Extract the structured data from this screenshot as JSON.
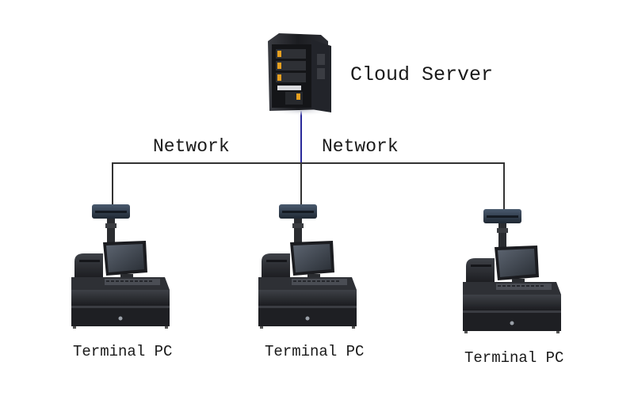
{
  "diagram": {
    "server": {
      "label": "Cloud Server",
      "icon": "server-cabinet-icon"
    },
    "links": [
      {
        "label": "Network"
      },
      {
        "label": "Network"
      }
    ],
    "terminals": [
      {
        "label": "Terminal PC",
        "icon": "pos-terminal-icon"
      },
      {
        "label": "Terminal PC",
        "icon": "pos-terminal-icon"
      },
      {
        "label": "Terminal PC",
        "icon": "pos-terminal-icon"
      }
    ],
    "colors": {
      "uplink": "#2a2a9a",
      "network_line": "#333333",
      "device_dark": "#222428",
      "indicator": "#e8a020"
    }
  }
}
